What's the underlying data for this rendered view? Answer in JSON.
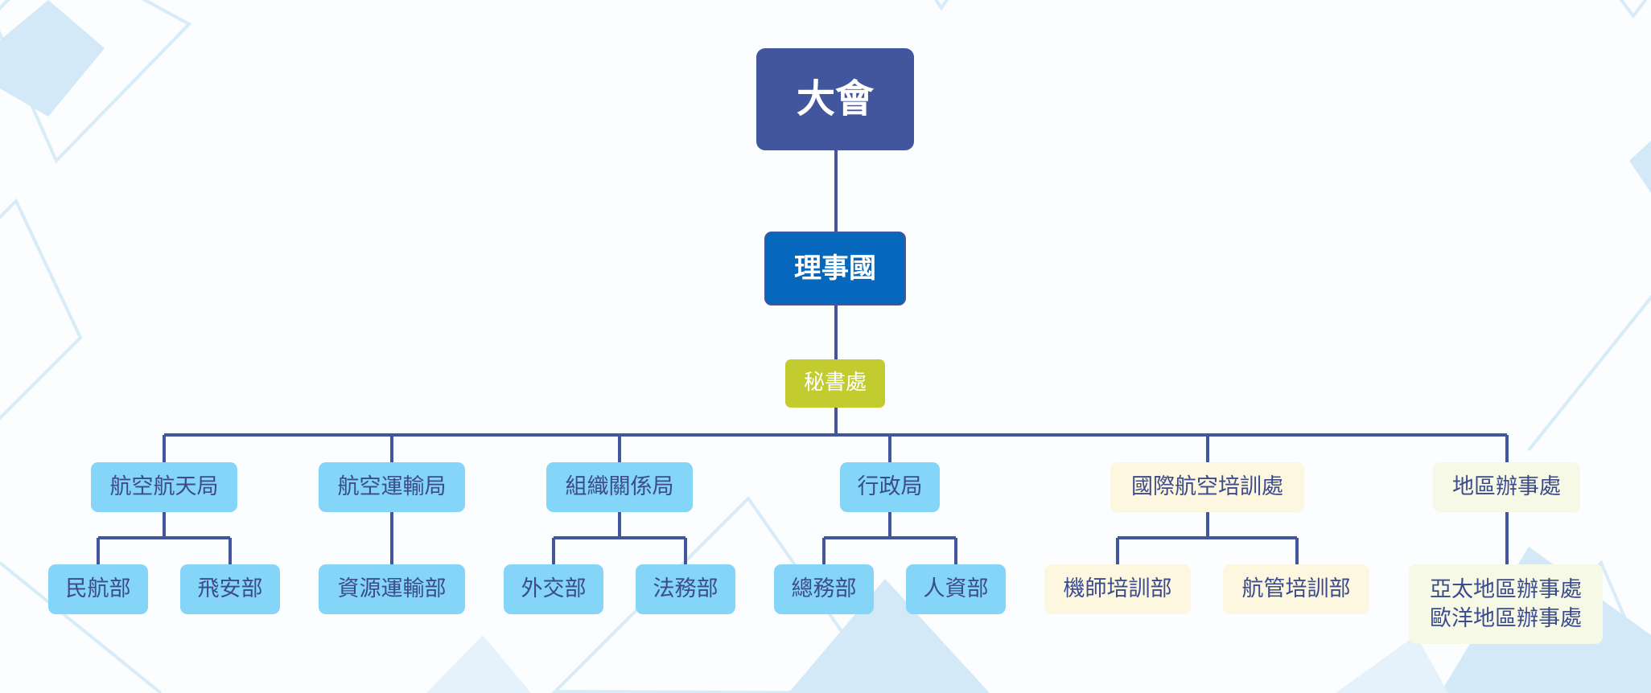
{
  "top": {
    "label": "大會"
  },
  "council": {
    "label": "理事國"
  },
  "secretariat": {
    "label": "秘書處"
  },
  "bureaus": [
    {
      "label": "航空航天局",
      "departments": [
        "民航部",
        "飛安部"
      ]
    },
    {
      "label": "航空運輸局",
      "departments": [
        "資源運輸部"
      ]
    },
    {
      "label": "組織關係局",
      "departments": [
        "外交部",
        "法務部"
      ]
    },
    {
      "label": "行政局",
      "departments": [
        "總務部",
        "人資部"
      ]
    },
    {
      "label": "國際航空培訓處",
      "departments": [
        "機師培訓部",
        "航管培訓部"
      ]
    },
    {
      "label": "地區辦事處",
      "departments": [
        "亞太地區辦事處",
        "歐洋地區辦事處"
      ]
    }
  ],
  "colors": {
    "connector": "#42569e",
    "top_box": "#42569e",
    "council_box": "#0568bd",
    "secretariat_box": "#c2cc2e",
    "unit_box": "#84d5f7",
    "training_box": "#fdf7e0",
    "regional_box": "#f6f9e6",
    "unit_text": "#3b4b8c"
  }
}
